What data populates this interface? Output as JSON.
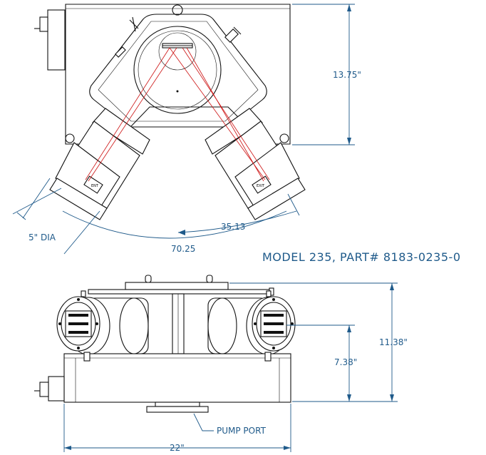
{
  "title": "MODEL 235, PART# 8183-0235-0",
  "top_view": {
    "height_dim": "13.75\"",
    "port_diameter": "5\" DIA",
    "port_arc_half": "35.13",
    "port_arc_full": "70.25",
    "left_port_tag": "ENT",
    "right_port_tag": "EXIT"
  },
  "side_view": {
    "height_dim": "11.38\"",
    "axis_height_dim": "7.38\"",
    "width_dim": "22\"",
    "pump_port_label": "PUMP PORT"
  },
  "colors": {
    "dimension": "#1f5a8a",
    "outline": "#111111",
    "beam": "#cc1111"
  }
}
